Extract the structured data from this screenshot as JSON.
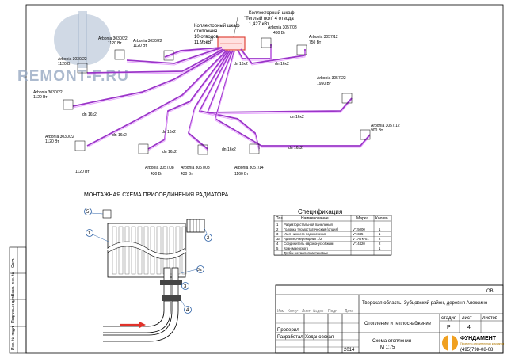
{
  "watermark": {
    "text": "REMONT-F.RU"
  },
  "colors": {
    "pipe_main": "#9b35c9",
    "pipe_light": "#e9a6ff",
    "manifold": "#e0453b",
    "arrow": "#e0322a",
    "callout": "#2f63a8",
    "logo_accent": "#f0a020"
  },
  "manifold": {
    "floor": [
      "Коллекторный шкаф",
      "\"Теплый пол\" 4 отвода",
      "1,427 кВт"
    ],
    "heating": [
      "Коллекторный шкаф",
      "отопления",
      "10 отводов",
      "11,95кВт"
    ]
  },
  "radiators": [
    {
      "model": "Arbonia 3030/22",
      "power": "1120 Вт"
    },
    {
      "model": "Arbonia 3030/22",
      "power": "1120 Вт"
    },
    {
      "model": "Arbonia 3030/22",
      "power": "1120 Вт"
    },
    {
      "model": "Arbonia 3030/22",
      "power": "1120 Вт"
    },
    {
      "model": "Arbonia 3030/22",
      "power": "1120 Вт"
    },
    {
      "model": "Arbonia 3057/08",
      "power": "430 Вт"
    },
    {
      "model": "Arbonia 3057/12",
      "power": "750 Вт"
    },
    {
      "model": "Arbonia 3057/22",
      "power": "1950 Вт"
    },
    {
      "model": "Arbonia 3057/12",
      "power": "900 Вт"
    },
    {
      "model": "Arbonia 3057/08",
      "power": "430 Вт"
    },
    {
      "model": "Arbonia 3057/08",
      "power": "430 Вт"
    },
    {
      "model": "Arbonia 3057/14",
      "power": "1160 Вт"
    }
  ],
  "bottom_power": "1120 Вт",
  "pipe_label": "dn 16x2",
  "mount": {
    "title": "МОНТАЖНАЯ СХЕМА ПРИСОЕДИНЕНИЯ РАДИАТОРА",
    "callouts": [
      "1",
      "2",
      "3",
      "3a",
      "4",
      "5"
    ]
  },
  "spec": {
    "title": "Спецификация",
    "headers": [
      "Поз.",
      "Наименование",
      "Марка",
      "Кол-во"
    ],
    "rows": [
      [
        "1",
        "Радиатор стальной панельный",
        "",
        ""
      ],
      [
        "2",
        "Головка термостатическая (опция)",
        "VT.5000",
        "1"
      ],
      [
        "3",
        "Узел нижнего подключения",
        "VT.345",
        "1"
      ],
      [
        "3a",
        "Адаптер-переходник 1/2",
        "VT.AVK-01",
        "2"
      ],
      [
        "4",
        "Соединитель евроконус-обжим",
        "VT.4420",
        "2"
      ],
      [
        "5",
        "Кран маевского",
        "",
        "1"
      ],
      [
        "",
        "Трубы металлопластиковые",
        "",
        ""
      ]
    ]
  },
  "stamp": {
    "code": "ОВ",
    "address": "Тверская область, Зубцовский район, деревня Алексино",
    "section": "Отопление и теплоснабжение",
    "sheet_name": "Схема отопления",
    "scale": "М 1:75",
    "col_headers": [
      "стадия",
      "лист",
      "листов"
    ],
    "stage": "Р",
    "sheet": "4",
    "row_labels": [
      "Изм",
      "Кол.уч",
      "Лист",
      "№док",
      "Подп",
      "Дата"
    ],
    "checked_label": "Проверил",
    "developed_label": "Разработал",
    "developer": "Ходановская",
    "year": "2014",
    "company": "ФУНДАМЕНТ",
    "company_tagline": "Проектно-строительная компания",
    "phone": "(495)798-08-08"
  },
  "side_stamp": [
    "Инв. № подл.",
    "Подпись и дата",
    "Взам. инв. №",
    "Согл."
  ]
}
